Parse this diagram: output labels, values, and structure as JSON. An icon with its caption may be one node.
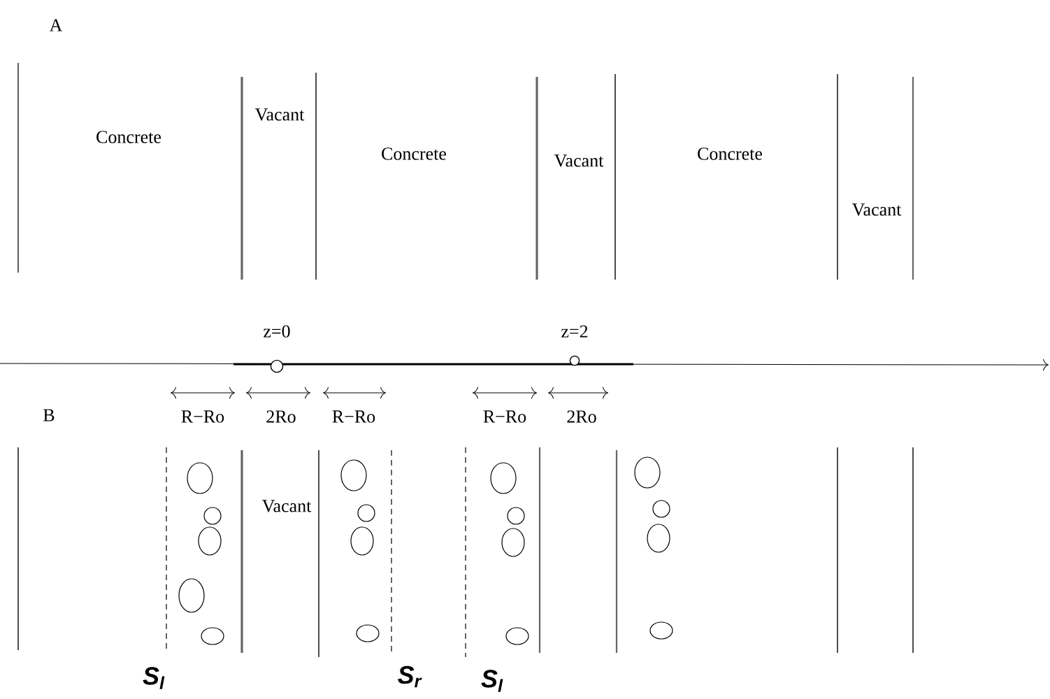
{
  "diagram": {
    "labels": [
      "A",
      "Concrete",
      "Vacant",
      "Concrete",
      "Vacant",
      "Concrete",
      "Vacant",
      "z=0",
      "z=2",
      "B",
      "R−Ro",
      "2Ro",
      "R−Ro",
      "R−Ro",
      "2Ro",
      "Vacant",
      "S$_{l}$",
      "S$_{r}$",
      "S$_{l}$"
    ]
  }
}
